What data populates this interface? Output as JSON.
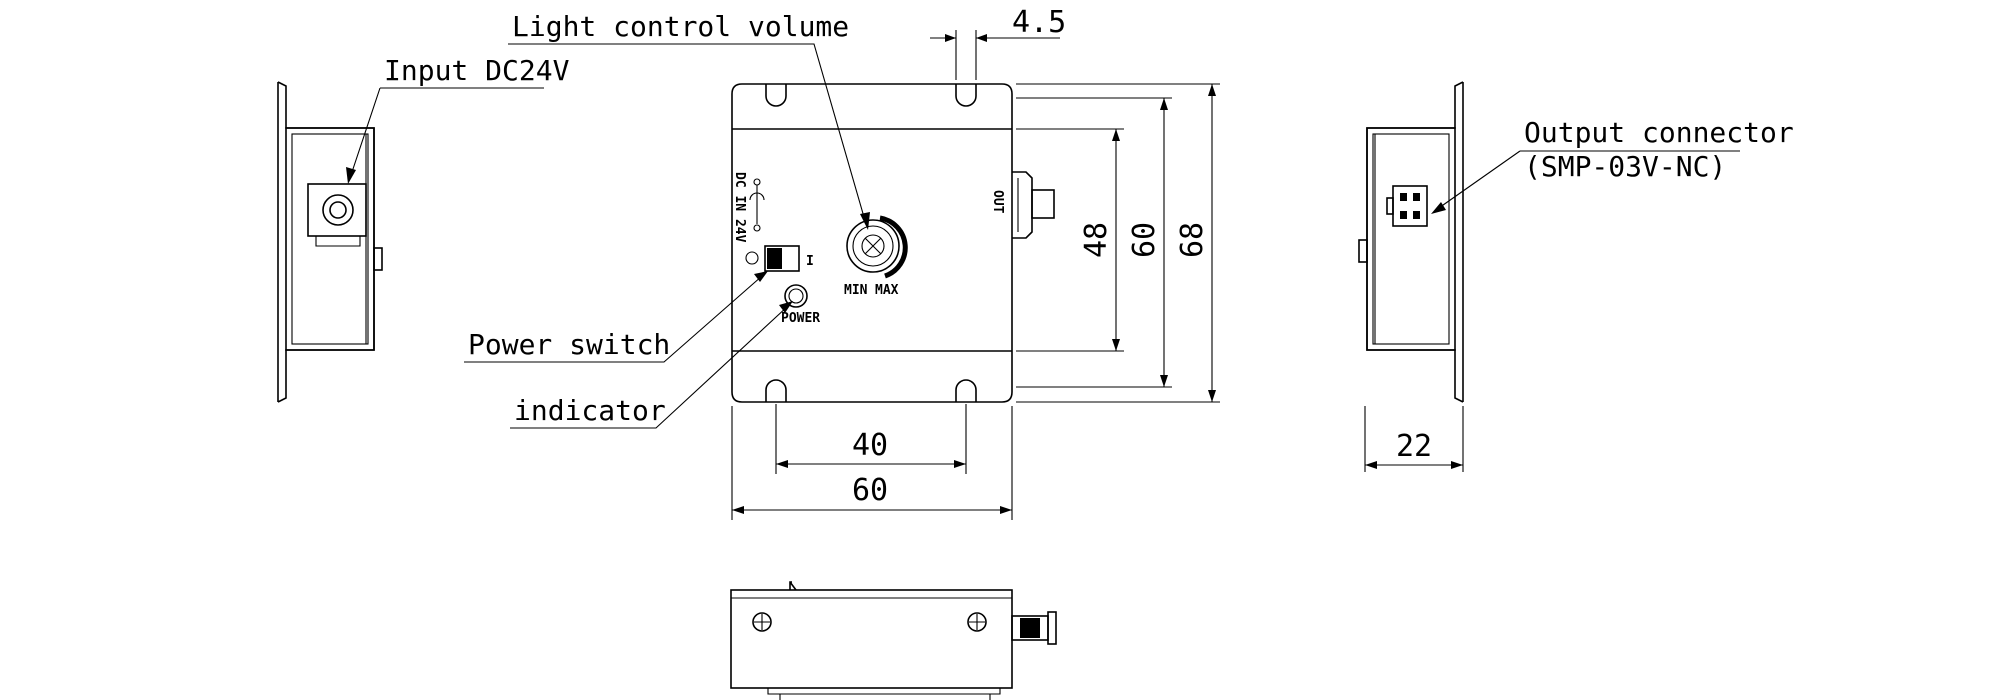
{
  "callouts": {
    "light_control_volume": "Light control volume",
    "input_dc24v": "Input DC24V",
    "power_switch": "Power switch",
    "indicator": "indicator",
    "output_connector": "Output connector",
    "output_connector_model": "(SMP-03V-NC)"
  },
  "dimensions": {
    "slot_width": "4.5",
    "height_inner": "48",
    "height_mid": "60",
    "height_overall": "68",
    "hole_pitch": "40",
    "width_overall": "60",
    "depth": "22"
  },
  "panel_markings": {
    "dc_in": "DC IN 24V",
    "out": "OUT",
    "min": "MIN",
    "max": "MAX",
    "power": "POWER",
    "switch_on": "I"
  }
}
